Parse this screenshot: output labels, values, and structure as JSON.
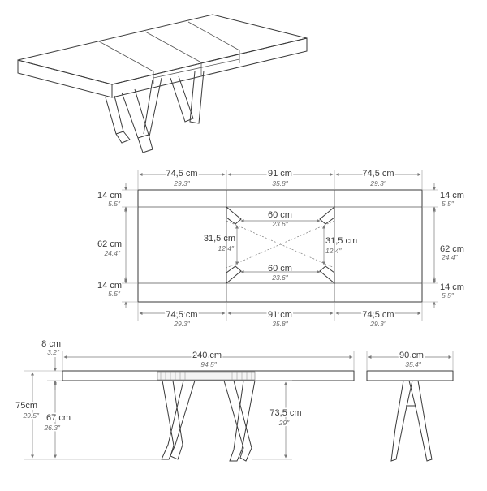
{
  "top_view": {
    "top_segments": [
      {
        "cm": "74,5 cm",
        "in": "29.3″"
      },
      {
        "cm": "91 cm",
        "in": "35.8″"
      },
      {
        "cm": "74,5 cm",
        "in": "29.3″"
      }
    ],
    "bottom_segments": [
      {
        "cm": "74,5 cm",
        "in": "29.3″"
      },
      {
        "cm": "91 cm",
        "in": "35.8″"
      },
      {
        "cm": "74,5 cm",
        "in": "29.3″"
      }
    ],
    "left_depths": [
      {
        "cm": "14 cm",
        "in": "5.5″"
      },
      {
        "cm": "62 cm",
        "in": "24.4″"
      },
      {
        "cm": "14 cm",
        "in": "5.5″"
      }
    ],
    "right_depths": [
      {
        "cm": "14 cm",
        "in": "5.5″"
      },
      {
        "cm": "62 cm",
        "in": "24.4″"
      },
      {
        "cm": "14 cm",
        "in": "5.5″"
      }
    ],
    "base_top": {
      "cm": "60 cm",
      "in": "23.6″"
    },
    "base_bottom": {
      "cm": "60 cm",
      "in": "23.6″"
    },
    "base_left": {
      "cm": "31,5 cm",
      "in": "12.4″"
    },
    "base_right": {
      "cm": "31,5 cm",
      "in": "12.4″"
    }
  },
  "front_view": {
    "top_thickness": {
      "cm": "8 cm",
      "in": "3.2″"
    },
    "length": {
      "cm": "240 cm",
      "in": "94.5″"
    },
    "height": {
      "cm": "75cm",
      "in": "29.5″"
    },
    "clearance": {
      "cm": "67 cm",
      "in": "26.3″"
    },
    "leg_width": {
      "cm": "73,5 cm",
      "in": "29″"
    }
  },
  "side_view": {
    "width": {
      "cm": "90 cm",
      "in": "35.4″"
    }
  }
}
